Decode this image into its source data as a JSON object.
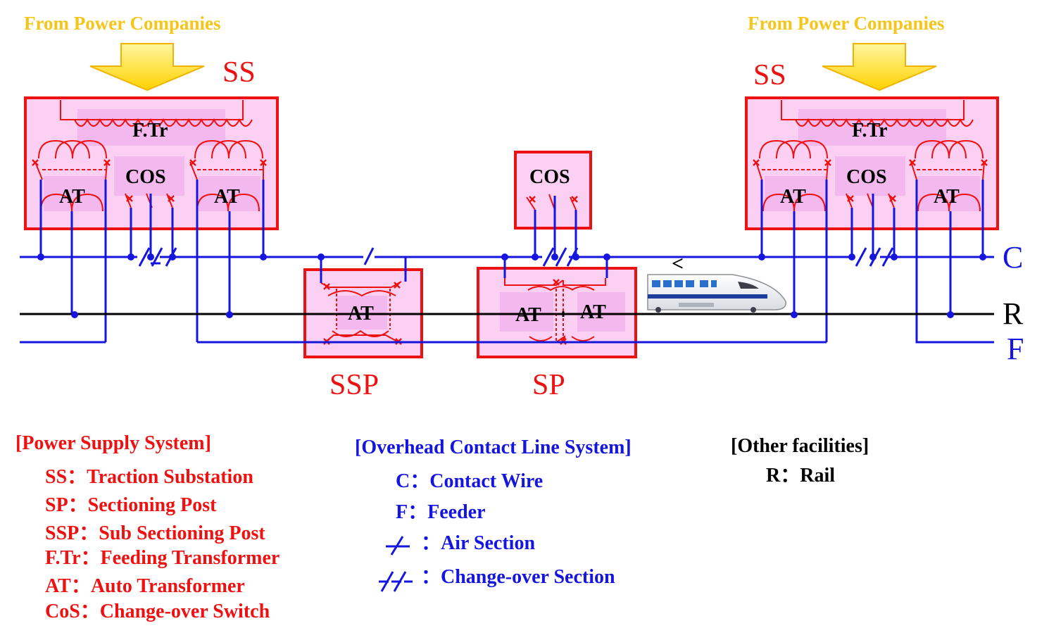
{
  "sources": {
    "left": "From Power Companies",
    "right": "From Power Companies"
  },
  "stations": {
    "ss_left": "SS",
    "ss_right": "SS",
    "ssp": "SSP",
    "sp": "SP"
  },
  "components": {
    "ftr": "F.Tr",
    "cos": "COS",
    "at": "AT"
  },
  "lines": {
    "contact": "C",
    "rail": "R",
    "feeder": "F"
  },
  "legend": {
    "power": {
      "heading": "[Power Supply System]",
      "items": [
        "SS：Traction Substation",
        "SP：Sectioning Post",
        "SSP：Sub Sectioning Post",
        "F.Tr：Feeding Transformer",
        "AT：Auto Transformer",
        "CoS：Change-over Switch"
      ]
    },
    "overhead": {
      "heading": "[Overhead Contact Line System]",
      "items": [
        "C：Contact Wire",
        "F：Feeder",
        "：Air Section",
        "：Change-over Section"
      ]
    },
    "other": {
      "heading": "[Other facilities]",
      "items": [
        "R：Rail"
      ]
    }
  },
  "train_arrow": "<",
  "colors": {
    "red": "#ee1111",
    "blue": "#1515dd",
    "yellow": "#f5c518",
    "pink_fill": "#fbd0f3",
    "pink_inner": "#f3b8ee"
  }
}
